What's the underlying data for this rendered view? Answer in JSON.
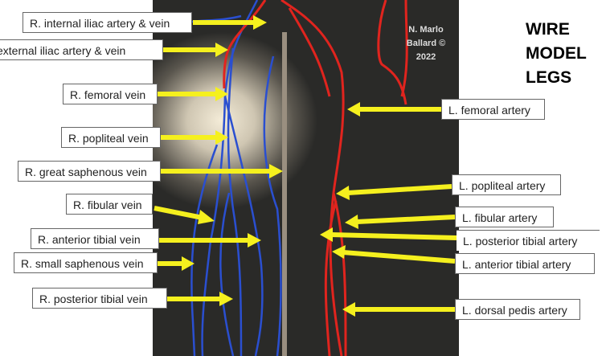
{
  "title": [
    "WIRE",
    "MODEL",
    "LEGS"
  ],
  "credit": [
    "N. Marlo",
    "Ballard ©",
    "2022"
  ],
  "right_leg_labels": [
    "R. internal iliac artery & vein",
    "external iliac artery & vein",
    "R. femoral vein",
    "R. popliteal vein",
    "R. great saphenous vein",
    "R. fibular vein",
    "R. anterior tibial vein",
    "R. small saphenous vein",
    "R. posterior tibial vein"
  ],
  "left_leg_labels": [
    "L. femoral artery",
    "L. popliteal artery",
    "L. fibular artery",
    "L. posterior tibial artery",
    "L. anterior tibial artery",
    "L. dorsal pedis artery"
  ],
  "colors": {
    "arrow": "#f5f01e",
    "artery": "#e0241e",
    "vein": "#2a4fd0"
  }
}
